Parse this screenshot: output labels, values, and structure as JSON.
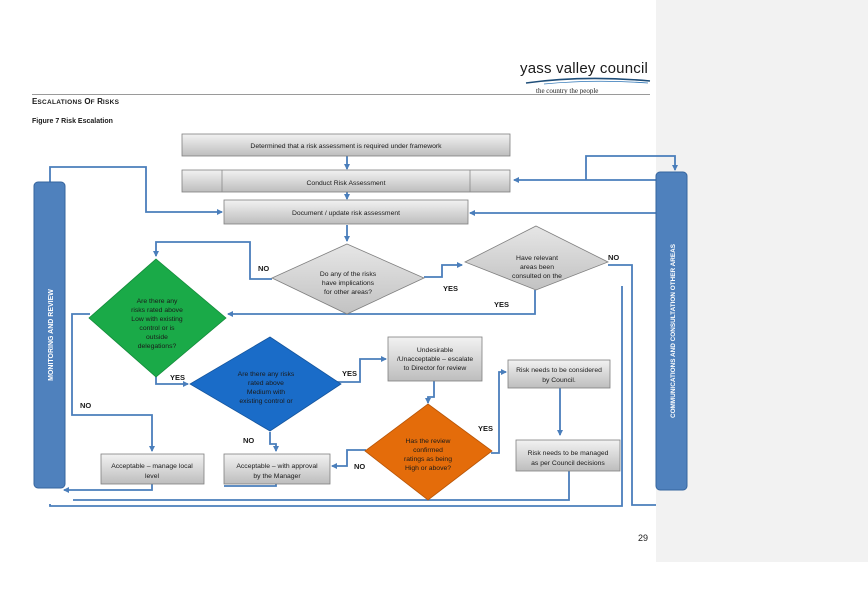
{
  "header": {
    "brand": "yass valley council",
    "tagline": "the country   the people"
  },
  "page": {
    "section_title": "Escalations of Risks",
    "figure_title": "Figure 7 Risk Escalation",
    "page_number": "29"
  },
  "diagram": {
    "boxes": {
      "determined": "Determined that a risk assessment is required under framework",
      "conduct": "Conduct Risk Assessment",
      "document": "Document / update risk assessment",
      "undesirable": [
        "Undesirable",
        "/Unacceptable – escalate",
        "to Director for review"
      ],
      "council_consider": [
        "Risk needs to be considered",
        "by Council."
      ],
      "council_manage": [
        "Risk needs to be managed",
        "as per Council decisions"
      ],
      "accept_local": [
        "Acceptable – manage local",
        "level"
      ],
      "accept_manager": [
        "Acceptable – with approval",
        "by the Manager"
      ]
    },
    "side_bars": {
      "left": "MONITORING AND REVIEW",
      "right": "COMMUNICATIONS AND CONSULTATION OTHER AREAS"
    },
    "diamonds": {
      "implications": [
        "Do any of the risks",
        "have implications",
        "for other areas?"
      ],
      "consulted": [
        "Have relevant",
        "areas been",
        "consulted on the"
      ],
      "green": [
        "Are there any",
        "risks rated above",
        "Low with existing",
        "control or is",
        "outside",
        "delegations?"
      ],
      "blue": [
        "Are there any risks",
        "rated above",
        "Medium with",
        "existing control or"
      ],
      "orange": [
        "Has the review",
        "confirmed",
        "ratings as being",
        "High or above?"
      ]
    },
    "labels": {
      "no_implications": "NO",
      "yes_implications": "YES",
      "no_consulted": "NO",
      "yes_consulted": "YES",
      "yes_green": "YES",
      "no_green": "NO",
      "yes_blue": "YES",
      "no_blue": "NO",
      "yes_orange": "YES",
      "no_orange": "NO"
    },
    "colors": {
      "connector": "#4a7ebb",
      "side_bar": "#4f81bd",
      "green_diamond": "#1aaa48",
      "blue_diamond": "#1a6cc8",
      "orange_diamond": "#e46c0a",
      "grey_shape": "#d4d4d4"
    }
  }
}
